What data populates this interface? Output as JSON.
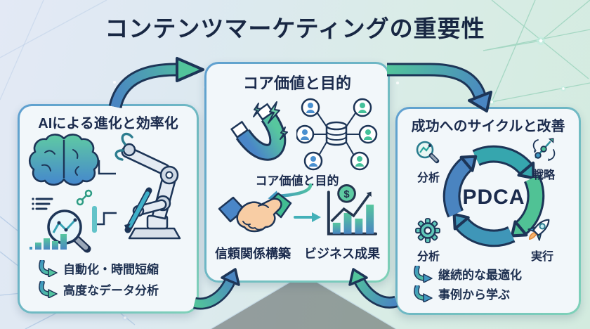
{
  "title": "コンテンツマーケティングの重要性",
  "panels": {
    "left": {
      "title": "AIによる進化と効率化",
      "bullets": [
        "自動化・時間短縮",
        "高度なデータ分析"
      ]
    },
    "center": {
      "title": "コア価値と目的",
      "caption": "コア価値と目的",
      "trust_label": "信頼関係構築",
      "result_label": "ビジネス成果",
      "coin_symbol": "$"
    },
    "right": {
      "title": "成功へのサイクルと改善",
      "center_label": "PDCA",
      "nodes": [
        {
          "label": "分析"
        },
        {
          "label": "戦略"
        },
        {
          "label": "分析"
        },
        {
          "label": "実行"
        }
      ],
      "bullets": [
        "継続的な最適化",
        "事例から学ぶ"
      ]
    }
  },
  "colors": {
    "accent_blue": "#4a86c2",
    "accent_green": "#52c49b",
    "navy": "#1d3557",
    "panel_bg": "#f2f7fa"
  }
}
